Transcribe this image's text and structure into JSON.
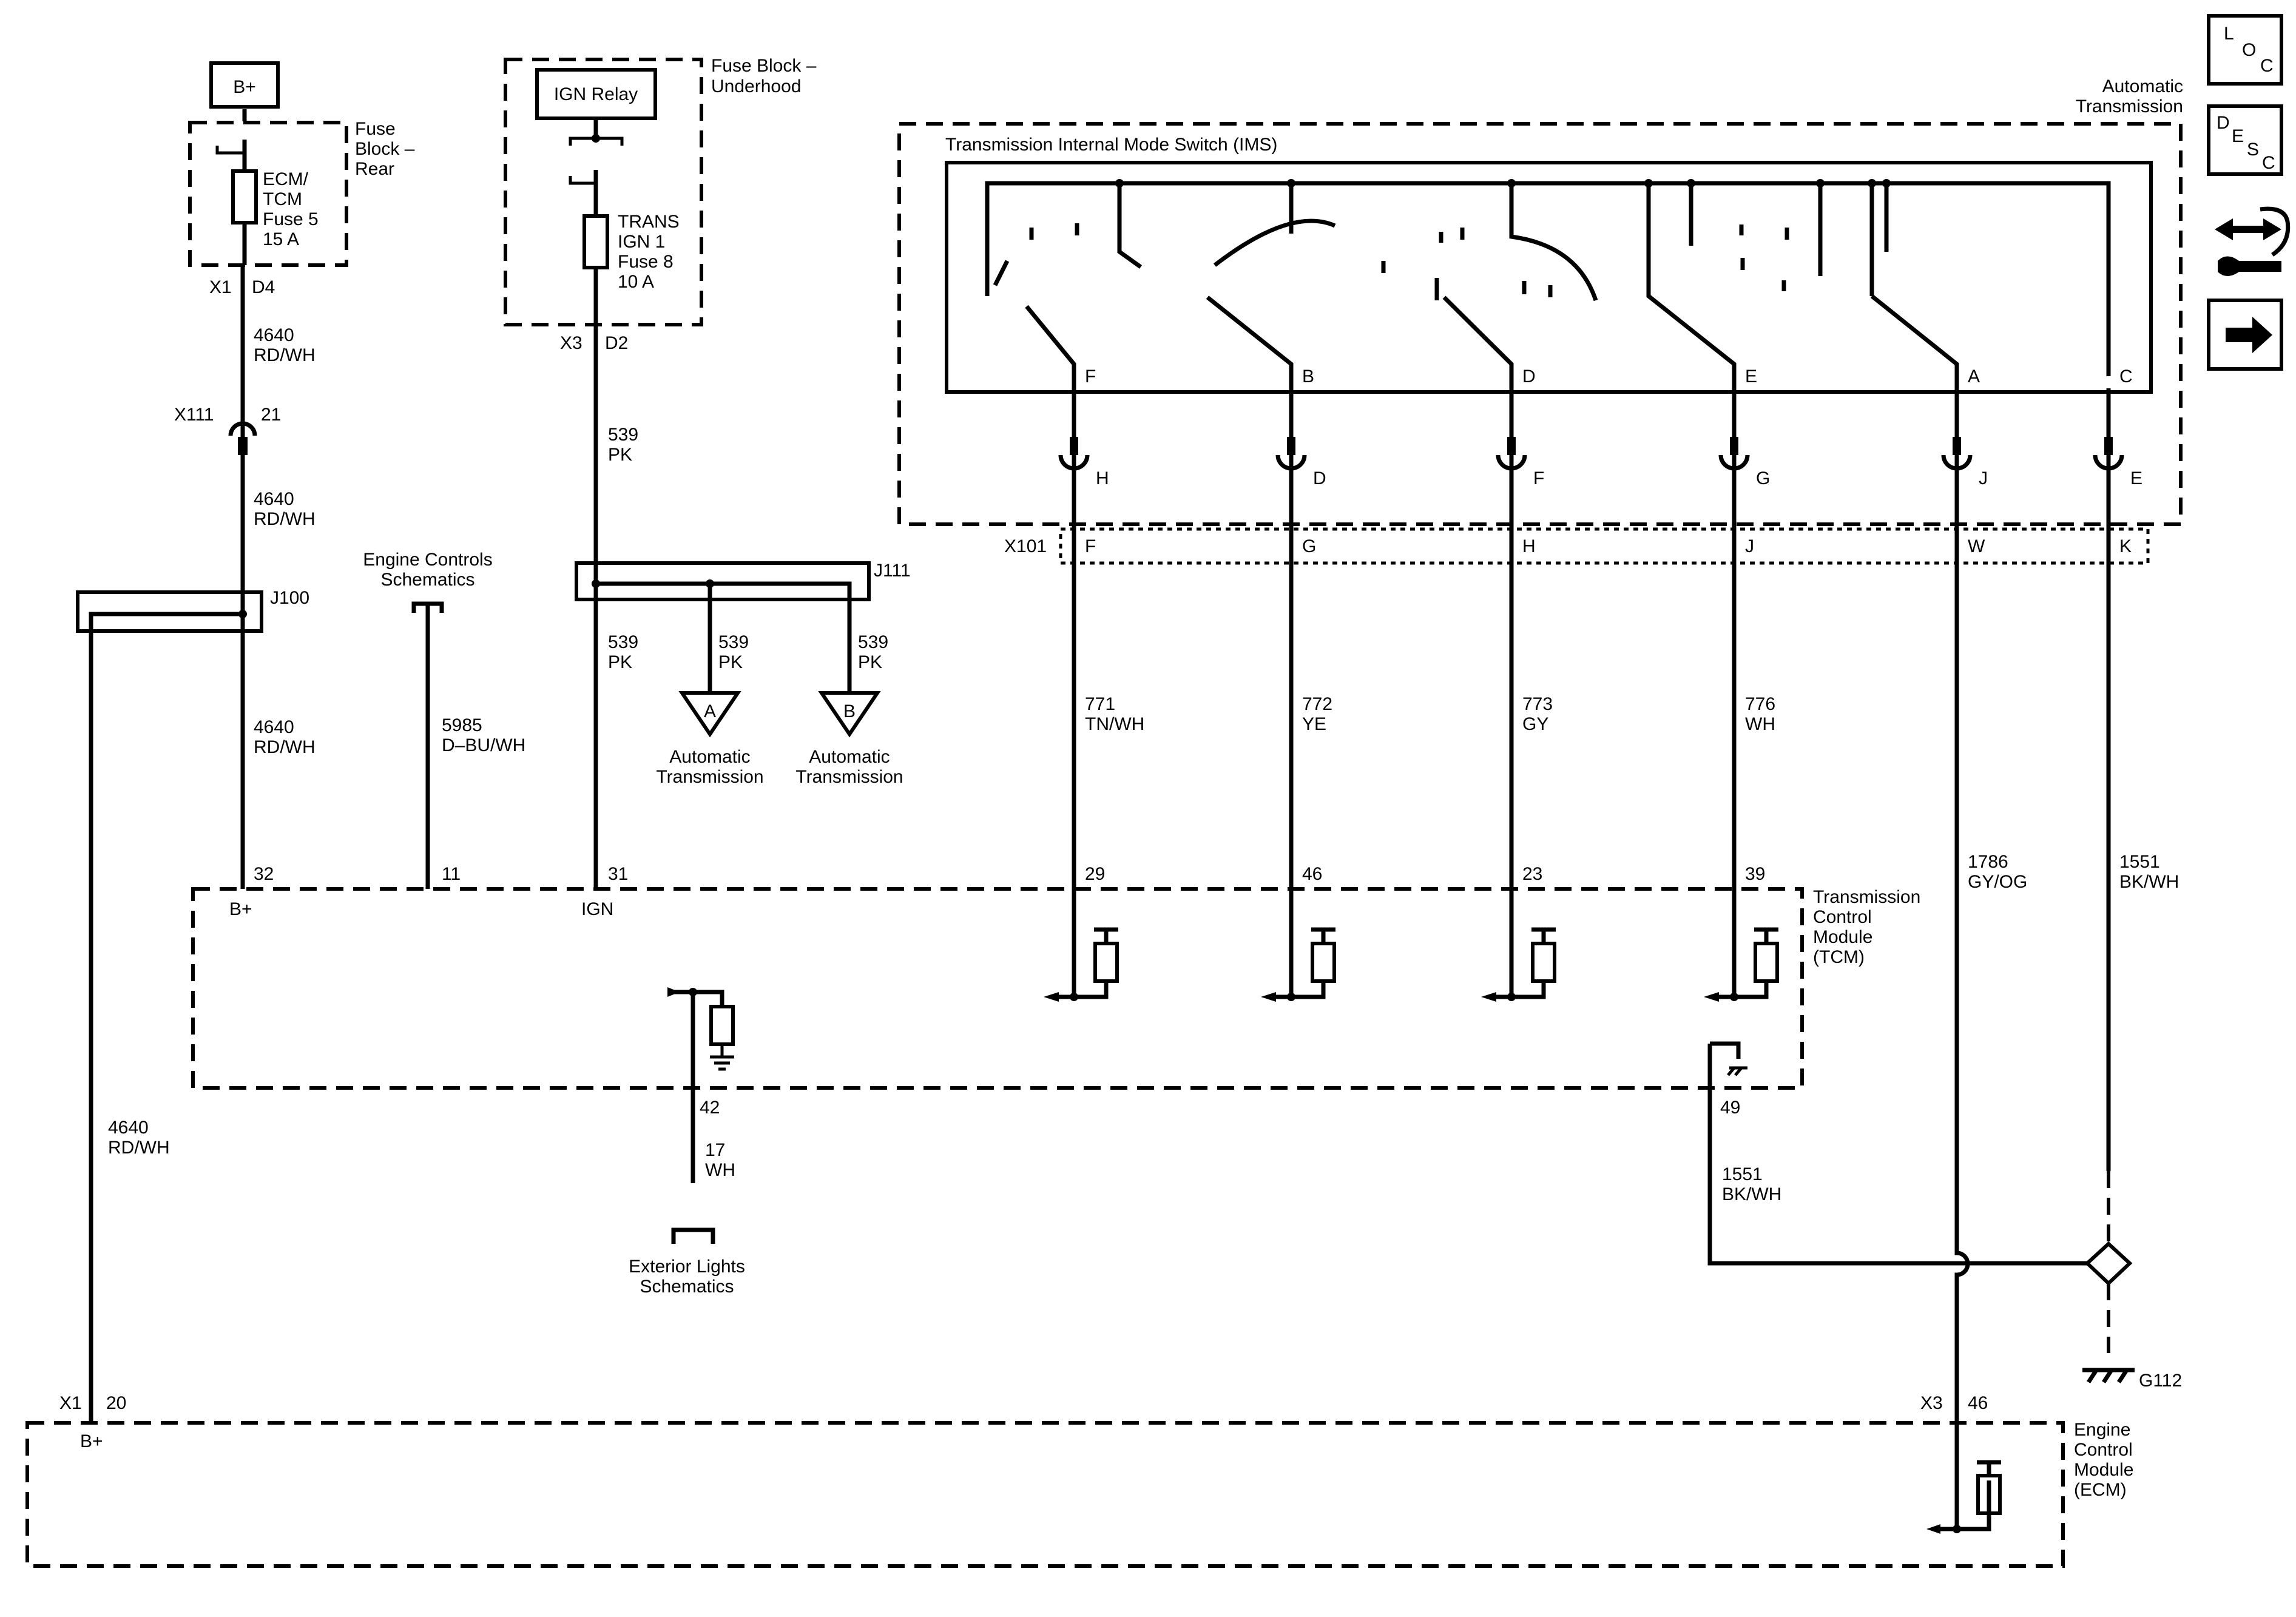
{
  "power": {
    "bplus_label": "B+",
    "ign_relay_label": "IGN Relay",
    "fuse_rear_title": [
      "Fuse",
      "Block –",
      "Rear"
    ],
    "fuse_rear_fuse": [
      "ECM/",
      "TCM",
      "Fuse 5",
      "15 A"
    ],
    "fuse_rear_conn": "X1",
    "fuse_rear_pin": "D4",
    "fuse_uh_title": [
      "Fuse Block –",
      "Underhood"
    ],
    "fuse_uh_fuse": [
      "TRANS",
      "IGN 1",
      "Fuse 8",
      "10 A"
    ],
    "fuse_uh_conn": "X3",
    "fuse_uh_pin": "D2"
  },
  "wires": {
    "w4640_a": [
      "4640",
      "RD/WH"
    ],
    "w4640_b": [
      "4640",
      "RD/WH"
    ],
    "w4640_c": [
      "4640",
      "RD/WH"
    ],
    "w4640_d": [
      "4640",
      "RD/WH"
    ],
    "w5985": [
      "5985",
      "D–BU/WH"
    ],
    "w539_a": [
      "539",
      "PK"
    ],
    "w539_b": [
      "539",
      "PK"
    ],
    "w539_c": [
      "539",
      "PK"
    ],
    "w539_d": [
      "539",
      "PK"
    ],
    "w771": [
      "771",
      "TN/WH"
    ],
    "w772": [
      "772",
      "YE"
    ],
    "w773": [
      "773",
      "GY"
    ],
    "w776": [
      "776",
      "WH"
    ],
    "w1786": [
      "1786",
      "GY/OG"
    ],
    "w1551_a": [
      "1551",
      "BK/WH"
    ],
    "w1551_b": [
      "1551",
      "BK/WH"
    ],
    "w17": [
      "17",
      "WH"
    ]
  },
  "connectors": {
    "x111": "X111",
    "x111_pin": "21",
    "j100": "J100",
    "j111": "J111",
    "x101": "X101",
    "x1": "X1",
    "x1_pin": "20",
    "x3": "X3",
    "x3_pin": "46",
    "ground": "G112"
  },
  "references": {
    "engine_controls": [
      "Engine Controls",
      "Schematics"
    ],
    "exterior_lights": [
      "Exterior Lights",
      "Schematics"
    ],
    "auto_trans_a": [
      "Automatic",
      "Transmission"
    ],
    "auto_trans_b": [
      "Automatic",
      "Transmission"
    ],
    "offpage_a": "A",
    "offpage_b": "B"
  },
  "ims": {
    "outer_title": [
      "Automatic",
      "Transmission"
    ],
    "title": "Transmission Internal Mode Switch (IMS)",
    "switch_pins": [
      "F",
      "B",
      "D",
      "E",
      "A",
      "C"
    ],
    "conn_pins": [
      "H",
      "D",
      "F",
      "G",
      "J",
      "E"
    ],
    "x101_pins": [
      "F",
      "G",
      "H",
      "J",
      "W",
      "K"
    ]
  },
  "tcm": {
    "title": [
      "Transmission",
      "Control",
      "Module",
      "(TCM)"
    ],
    "pins_top": [
      "32",
      "11",
      "31",
      "29",
      "46",
      "23",
      "39"
    ],
    "bplus": "B+",
    "ign": "IGN",
    "pin42": "42",
    "pin49": "49"
  },
  "ecm": {
    "title": [
      "Engine",
      "Control",
      "Module",
      "(ECM)"
    ],
    "bplus": "B+"
  },
  "nav": {
    "loc": [
      "L",
      "O",
      "C"
    ],
    "desc": [
      "D",
      "E",
      "S",
      "C"
    ]
  }
}
